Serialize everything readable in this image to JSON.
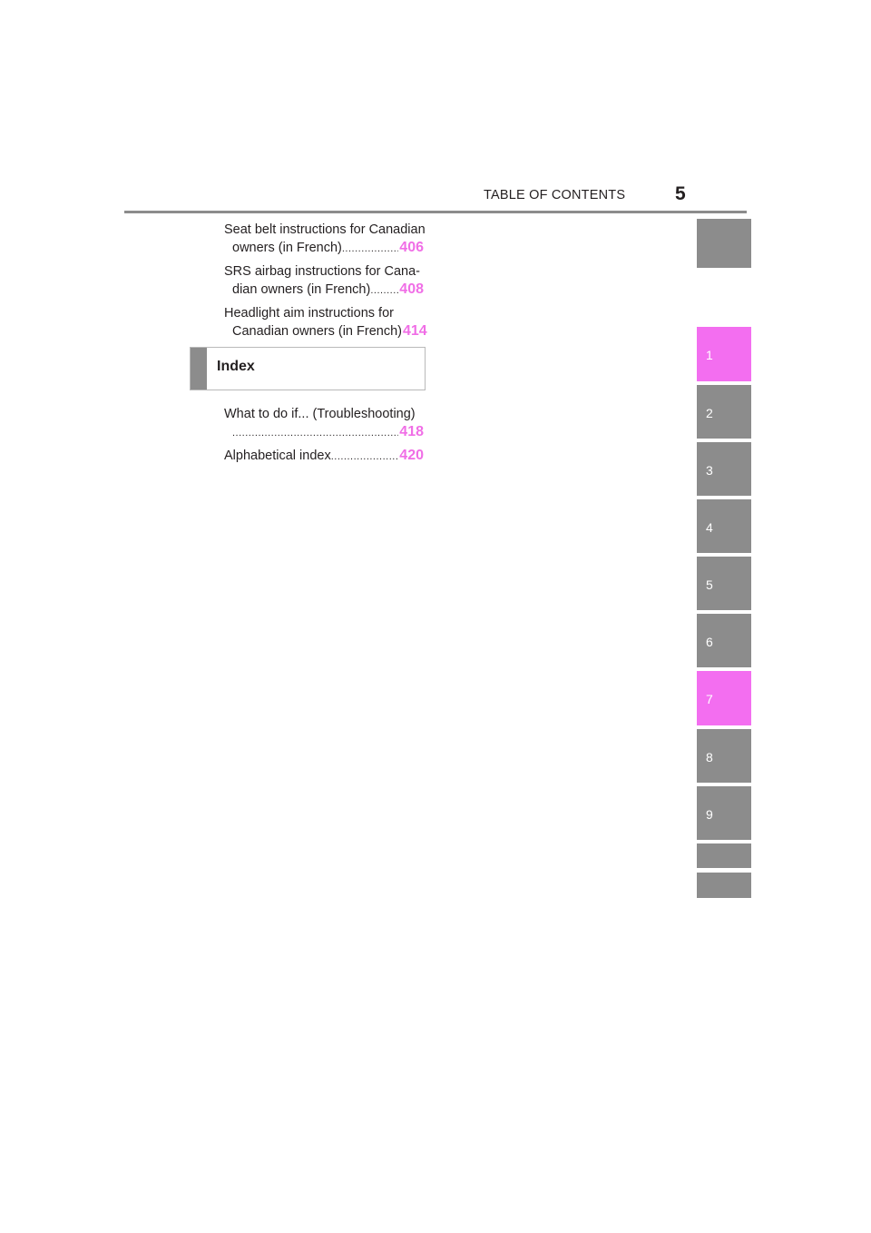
{
  "header": {
    "title": "TABLE OF CONTENTS",
    "page_number": "5"
  },
  "toc_top": [
    {
      "line1": "Seat belt instructions for Canadian",
      "line2": "owners (in French)",
      "page": "406"
    },
    {
      "line1": "SRS airbag instructions for Cana-",
      "line2": "dian owners (in French)",
      "page": "408"
    },
    {
      "line1": "Headlight aim instructions for",
      "line2": "Canadian owners (in French)",
      "page": "414"
    }
  ],
  "section": {
    "title": "Index"
  },
  "toc_bottom": [
    {
      "line1": "What to do if... (Troubleshooting)",
      "line2": "",
      "page": "418"
    },
    {
      "line1": "",
      "line2": "Alphabetical index",
      "page": "420"
    }
  ],
  "tabs": [
    "",
    "1",
    "2",
    "3",
    "4",
    "5",
    "6",
    "7",
    "8",
    "9",
    "",
    ""
  ],
  "active_tabs": [
    "1",
    "7"
  ],
  "colors": {
    "accent": "#f36ef0",
    "page_number": "#f06ee6",
    "tab_gray": "#8c8c8c",
    "rule_gray": "#8c8c8c"
  }
}
